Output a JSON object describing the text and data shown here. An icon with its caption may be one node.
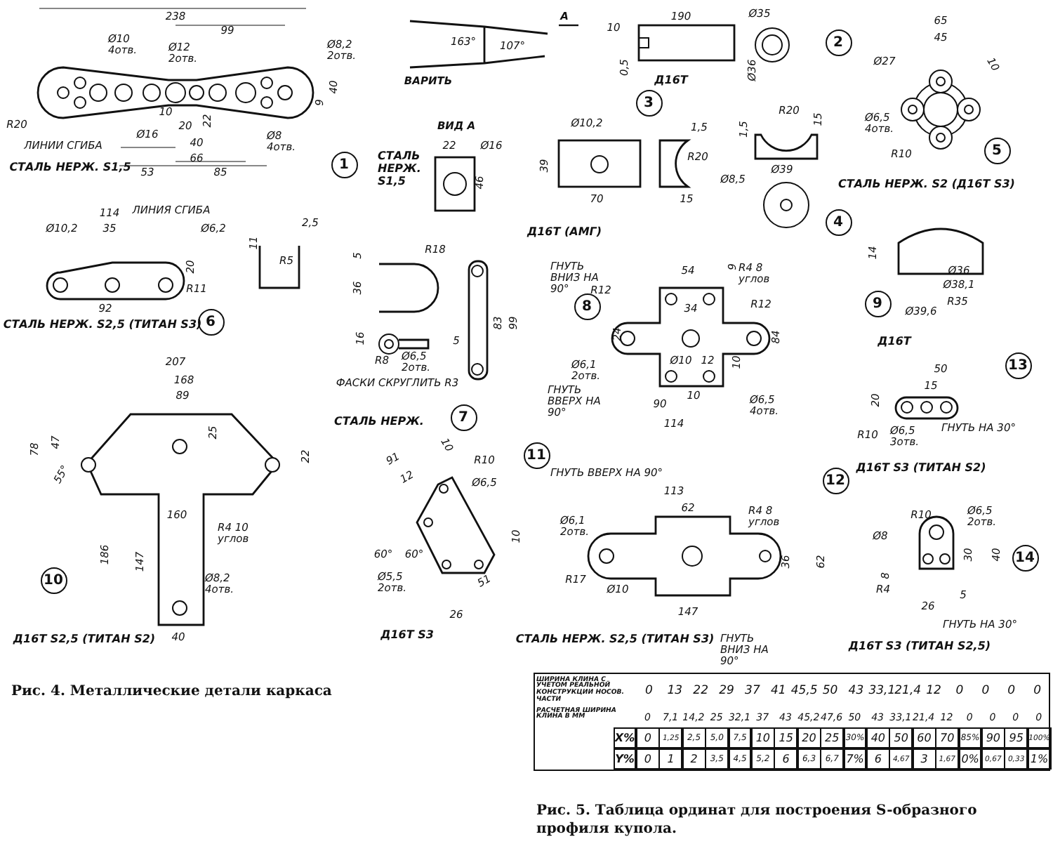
{
  "diagram": {
    "caption": "Рис. 4. Металлические детали каркаса",
    "nodes": [
      {
        "text": [
          "1"
        ]
      },
      {
        "text": [
          "2"
        ]
      },
      {
        "text": [
          "3"
        ]
      },
      {
        "text": [
          "4"
        ]
      },
      {
        "text": [
          "5"
        ]
      },
      {
        "text": [
          "6"
        ]
      },
      {
        "text": [
          "7"
        ]
      },
      {
        "text": [
          "8"
        ]
      },
      {
        "text": [
          "9"
        ]
      },
      {
        "text": [
          "10"
        ]
      },
      {
        "text": [
          "11"
        ]
      },
      {
        "text": [
          "12"
        ]
      },
      {
        "text": [
          "13"
        ]
      },
      {
        "text": [
          "14"
        ]
      }
    ],
    "labels": [
      "238",
      "99",
      "Ø10 4отв.",
      "Ø12 2отв.",
      "Ø8,2 2отв.",
      "40",
      "9",
      "R20",
      "10",
      "20",
      "22",
      "Ø16",
      "ЛИНИИ СГИБА",
      "40",
      "Ø8 4отв.",
      "66",
      "СТАЛЬ НЕРЖ. S1,5",
      "53",
      "85",
      "163°",
      "107°",
      "ВАРИТЬ",
      "А",
      "СТАЛЬ НЕРЖ. S1,5",
      "ВИД А",
      "22",
      "Ø16",
      "46",
      "10",
      "190",
      "Ø35",
      "0,5",
      "Ø36",
      "Д16Т",
      "Ø10,2",
      "1,5",
      "39",
      "R20",
      "70",
      "15",
      "Д16Т (АМГ)",
      "R20",
      "15",
      "1,5",
      "Ø39",
      "Ø8,5",
      "65",
      "45",
      "Ø27",
      "10",
      "Ø6,5 4отв.",
      "R10",
      "СТАЛЬ НЕРЖ. S2 (Д16Т S3)",
      "114",
      "ЛИНИЯ СГИБА",
      "Ø10,2",
      "35",
      "Ø6,2",
      "20",
      "R11",
      "92",
      "СТАЛЬ НЕРЖ. S2,5 (ТИТАН S3)",
      "2,5",
      "11",
      "R5",
      "R18",
      "5",
      "36",
      "16",
      "5",
      "83",
      "99",
      "R8",
      "Ø6,5 2отв.",
      "ФАСКИ СКРУГЛИТЬ R3",
      "СТАЛЬ НЕРЖ.",
      "ГНУТЬ ВНИЗ НА 90°",
      "54",
      "9",
      "R4 8 углов",
      "R12",
      "34",
      "R12",
      "24",
      "84",
      "Ø6,1 2отв.",
      "Ø10",
      "12",
      "10",
      "ГНУТЬ ВВЕРХ НА 90°",
      "10",
      "90",
      "Ø6,5 4отв.",
      "114",
      "14",
      "Ø36",
      "Ø38,1",
      "R35",
      "Ø39,6",
      "Д16Т",
      "207",
      "168",
      "89",
      "47",
      "78",
      "25",
      "22",
      "55°",
      "160",
      "R4 10 углов",
      "186",
      "147",
      "Ø8,2 4отв.",
      "Д16Т S2,5 (ТИТАН S2)",
      "40",
      "10",
      "R10",
      "91",
      "12",
      "Ø6,5",
      "10",
      "60°",
      "60°",
      "Ø5,5 2отв.",
      "51",
      "26",
      "Д16Т S3",
      "ГНУТЬ ВВЕРХ НА 90°",
      "113",
      "62",
      "Ø6,1 2отв.",
      "R4 8 углов",
      "36",
      "62",
      "R17",
      "Ø10",
      "147",
      "СТАЛЬ НЕРЖ. S2,5 (ТИТАН S3)",
      "ГНУТЬ ВНИЗ НА 90°",
      "50",
      "15",
      "20",
      "R10",
      "Ø6,5 3отв.",
      "ГНУТЬ НА 30°",
      "Д16Т S3 (ТИТАН S2)",
      "R10",
      "Ø6,5 2отв.",
      "Ø8",
      "30",
      "40",
      "8",
      "R4",
      "5",
      "26",
      "ГНУТЬ НА 30°",
      "Д16Т S3 (ТИТАН S2,5)",
      "ШИРИНА КЛИНА С УЧЕТОМ РЕАЛЬНОЙ КОНСТРУКЦИИ НОСОВ. ЧАСТИ",
      "0",
      "13",
      "22",
      "29",
      "37",
      "41",
      "45,5",
      "50",
      "43",
      "33,1",
      "21,4",
      "12",
      "0",
      "0",
      "0",
      "0",
      "РАСЧЕТНАЯ ШИРИНА КЛИНА В ММ",
      "0",
      "7,1",
      "14,2",
      "25",
      "32,1",
      "37",
      "43",
      "45,2",
      "47,6",
      "50",
      "43",
      "33,1",
      "21,4",
      "12",
      "0",
      "0",
      "0",
      "0",
      "X%",
      "0",
      "1,25",
      "2,5",
      "5,0",
      "7,5",
      "10",
      "15",
      "20",
      "25",
      "30%",
      "40",
      "50",
      "60",
      "70",
      "85%",
      "90",
      "95",
      "100%",
      "Y%",
      "0",
      "1",
      "2",
      "3,5",
      "4,5",
      "5,2",
      "6",
      "6,3",
      "6,7",
      "7%",
      "6",
      "4,67",
      "3",
      "1,67",
      "0%",
      "0,67",
      "0,33",
      "1%",
      "Рис. 5. Таблица ординат для построения S-образного профиля купола."
    ]
  }
}
